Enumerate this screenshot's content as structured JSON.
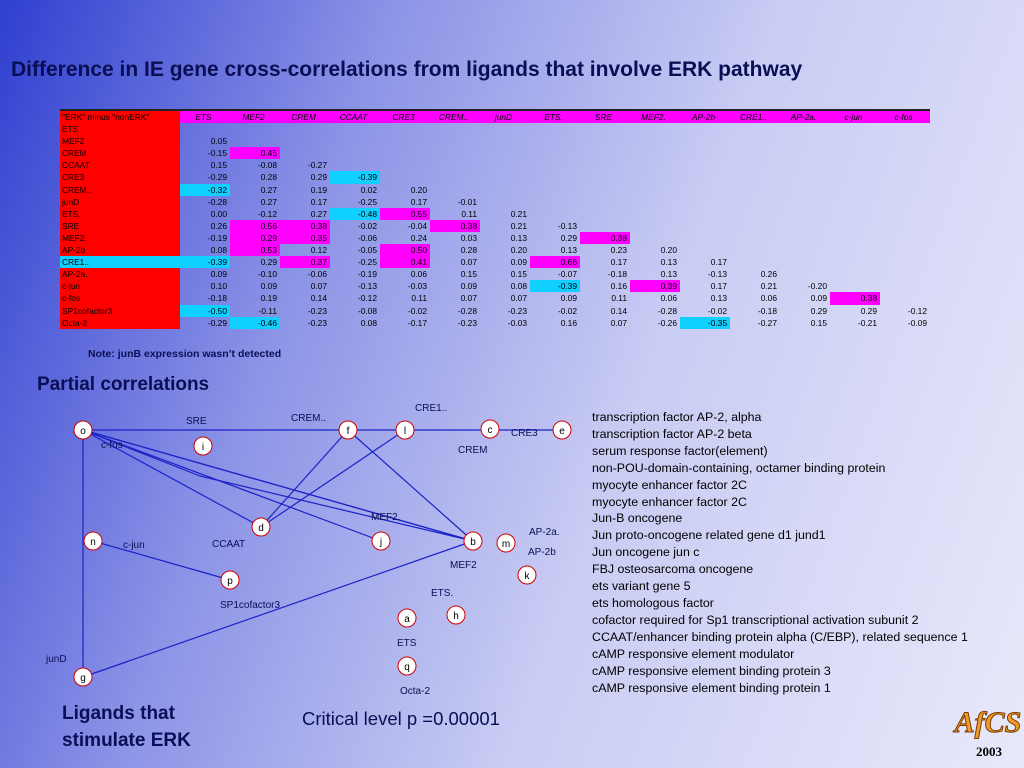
{
  "title": "Difference in IE gene cross-correlations from ligands that involve ERK pathway",
  "matrix": {
    "corner_label": "\"ERK\" minus \"nonERK\"",
    "columns": [
      "ETS",
      "MEF2",
      "CREM",
      "CCAAT",
      "CRE3",
      "CREM..",
      "junD",
      "ETS.",
      "SRE",
      "MEF2.",
      "AP-2b",
      "CRE1..",
      "AP-2a.",
      "c-jun",
      "c-fos"
    ],
    "rows": [
      {
        "label": "ETS",
        "cells": []
      },
      {
        "label": "MEF2",
        "cells": [
          {
            "v": "0.05"
          }
        ]
      },
      {
        "label": "CREM",
        "cells": [
          {
            "v": "-0.15"
          },
          {
            "v": "0.45",
            "hl": "m"
          }
        ]
      },
      {
        "label": "CCAAT",
        "cells": [
          {
            "v": "0.15"
          },
          {
            "v": "-0.08"
          },
          {
            "v": "-0.27"
          }
        ]
      },
      {
        "label": "CRE3",
        "cells": [
          {
            "v": "-0.29"
          },
          {
            "v": "0.28"
          },
          {
            "v": "0.29"
          },
          {
            "v": "-0.39",
            "hl": "c"
          }
        ]
      },
      {
        "label": "CREM..",
        "cells": [
          {
            "v": "-0.32",
            "hl": "c"
          },
          {
            "v": "0.27"
          },
          {
            "v": "0.19"
          },
          {
            "v": "0.02"
          },
          {
            "v": "0.20"
          }
        ]
      },
      {
        "label": "junD",
        "cells": [
          {
            "v": "-0.28"
          },
          {
            "v": "0.27"
          },
          {
            "v": "0.17"
          },
          {
            "v": "-0.25"
          },
          {
            "v": "0.17"
          },
          {
            "v": "-0.01"
          }
        ]
      },
      {
        "label": "ETS.",
        "cells": [
          {
            "v": "0.00"
          },
          {
            "v": "-0.12"
          },
          {
            "v": "0.27"
          },
          {
            "v": "-0.48",
            "hl": "c"
          },
          {
            "v": "0.55",
            "hl": "m"
          },
          {
            "v": "0.11"
          },
          {
            "v": "0.21"
          }
        ]
      },
      {
        "label": "SRE",
        "cells": [
          {
            "v": "0.26"
          },
          {
            "v": "0.56",
            "hl": "m"
          },
          {
            "v": "0.38",
            "hl": "m"
          },
          {
            "v": "-0.02"
          },
          {
            "v": "-0.04"
          },
          {
            "v": "0.38",
            "hl": "m"
          },
          {
            "v": "0.21"
          },
          {
            "v": "-0.13"
          }
        ]
      },
      {
        "label": "MEF2.",
        "cells": [
          {
            "v": "-0.19"
          },
          {
            "v": "0.29",
            "hl": "m"
          },
          {
            "v": "0.35",
            "hl": "m"
          },
          {
            "v": "-0.06"
          },
          {
            "v": "0.24"
          },
          {
            "v": "0.03"
          },
          {
            "v": "0.13"
          },
          {
            "v": "0.29"
          },
          {
            "v": "0.38",
            "hl": "m"
          }
        ]
      },
      {
        "label": "AP-2b",
        "cells": [
          {
            "v": "0.08"
          },
          {
            "v": "0.53",
            "hl": "m"
          },
          {
            "v": "0.12"
          },
          {
            "v": "-0.05"
          },
          {
            "v": "0.50",
            "hl": "m"
          },
          {
            "v": "0.28"
          },
          {
            "v": "0.20"
          },
          {
            "v": "0.13"
          },
          {
            "v": "0.23"
          },
          {
            "v": "0.20"
          }
        ]
      },
      {
        "label": "CRE1..",
        "hl": "c",
        "cells": [
          {
            "v": "-0.39",
            "hl": "c"
          },
          {
            "v": "0.29"
          },
          {
            "v": "0.37",
            "hl": "m"
          },
          {
            "v": "-0.25"
          },
          {
            "v": "0.41",
            "hl": "m"
          },
          {
            "v": "0.07"
          },
          {
            "v": "0.09"
          },
          {
            "v": "0.66",
            "hl": "m"
          },
          {
            "v": "0.17"
          },
          {
            "v": "0.13"
          },
          {
            "v": "0.17"
          }
        ]
      },
      {
        "label": "AP-2a.",
        "cells": [
          {
            "v": "0.09"
          },
          {
            "v": "-0.10"
          },
          {
            "v": "-0.06"
          },
          {
            "v": "-0.19"
          },
          {
            "v": "0.06"
          },
          {
            "v": "0.15"
          },
          {
            "v": "0.15"
          },
          {
            "v": "-0.07"
          },
          {
            "v": "-0.18"
          },
          {
            "v": "0.13"
          },
          {
            "v": "-0.13"
          },
          {
            "v": "0.26"
          }
        ]
      },
      {
        "label": "c-jun",
        "cells": [
          {
            "v": "0.10"
          },
          {
            "v": "0.09"
          },
          {
            "v": "0.07"
          },
          {
            "v": "-0.13"
          },
          {
            "v": "-0.03"
          },
          {
            "v": "0.09"
          },
          {
            "v": "0.08"
          },
          {
            "v": "-0.39",
            "hl": "c"
          },
          {
            "v": "0.16"
          },
          {
            "v": "0.39",
            "hl": "m"
          },
          {
            "v": "0.17"
          },
          {
            "v": "0.21"
          },
          {
            "v": "-0.20"
          }
        ]
      },
      {
        "label": "c-fos",
        "cells": [
          {
            "v": "-0.18"
          },
          {
            "v": "0.19"
          },
          {
            "v": "0.14"
          },
          {
            "v": "-0.12"
          },
          {
            "v": "0.11"
          },
          {
            "v": "0.07"
          },
          {
            "v": "0.07"
          },
          {
            "v": "0.09"
          },
          {
            "v": "0.11"
          },
          {
            "v": "0.06"
          },
          {
            "v": "0.13"
          },
          {
            "v": "0.06"
          },
          {
            "v": "0.09"
          },
          {
            "v": "0.38",
            "hl": "m"
          }
        ]
      },
      {
        "label": "SP1cofactor3",
        "cells": [
          {
            "v": "-0.50",
            "hl": "c"
          },
          {
            "v": "-0.11"
          },
          {
            "v": "-0.23"
          },
          {
            "v": "-0.08"
          },
          {
            "v": "-0.02"
          },
          {
            "v": "-0.28"
          },
          {
            "v": "-0.23"
          },
          {
            "v": "-0.02"
          },
          {
            "v": "0.14"
          },
          {
            "v": "-0.28"
          },
          {
            "v": "-0.02"
          },
          {
            "v": "-0.18"
          },
          {
            "v": "0.29"
          },
          {
            "v": "0.29"
          },
          {
            "v": "-0.12"
          }
        ]
      },
      {
        "label": "Octa-2",
        "cells": [
          {
            "v": "-0.29"
          },
          {
            "v": "-0.46",
            "hl": "c"
          },
          {
            "v": "-0.23"
          },
          {
            "v": "0.08"
          },
          {
            "v": "-0.17"
          },
          {
            "v": "-0.23"
          },
          {
            "v": "-0.03"
          },
          {
            "v": "0.16"
          },
          {
            "v": "0.07"
          },
          {
            "v": "-0.26"
          },
          {
            "v": "-0.35",
            "hl": "c"
          },
          {
            "v": "-0.27"
          },
          {
            "v": "0.15"
          },
          {
            "v": "-0.21"
          },
          {
            "v": "-0.09"
          }
        ]
      }
    ]
  },
  "note": "Note: junB expression  wasn’t detected",
  "partial_title": "Partial correlations",
  "graph": {
    "nodes": {
      "o": "o",
      "i": "i",
      "f": "f",
      "l": "l",
      "c": "c",
      "e": "e",
      "d": "d",
      "n": "n",
      "j": "j",
      "b": "b",
      "m": "m",
      "k": "k",
      "p": "p",
      "a": "a",
      "h": "h",
      "q": "q",
      "g": "g"
    },
    "labels": {
      "sre": "SRE",
      "crem_dots": "CREM..",
      "cre1": "CRE1..",
      "cre3": "CRE3",
      "cfos": "c-fos",
      "crem": "CREM",
      "mef2_dot": "MEF2.",
      "ap2a": "AP-2a.",
      "ap2b": "AP-2b",
      "cjun": "c-jun",
      "ccaat": "CCAAT",
      "mef2": "MEF2",
      "sp1": "SP1cofactor3",
      "ets_dot": "ETS.",
      "ets": "ETS",
      "jund": "junD",
      "octa2": "Octa-2"
    }
  },
  "legend": [
    "transcription factor AP-2, alpha",
    "transcription factor AP-2 beta",
    "serum response factor(element)",
    "non-POU-domain-containing, octamer binding protein",
    "myocyte enhancer factor 2C",
    "myocyte enhancer factor 2C",
    "Jun-B oncogene",
    "Jun proto-oncogene related gene d1 jund1",
    "Jun oncogene jun c",
    "FBJ osteosarcoma oncogene",
    "ets variant gene 5",
    "ets homologous factor",
    "cofactor required for Sp1 transcriptional activation subunit 2",
    "CCAAT/enhancer binding protein alpha (C/EBP), related sequence 1",
    "cAMP responsive element modulator",
    "cAMP responsive element binding protein 3",
    "cAMP responsive element binding protein 1"
  ],
  "ligands_title": "Ligands that stimulate ERK",
  "critical_level": "Critical level p =0.00001",
  "logo_text": "AfCS",
  "year": "2003",
  "colors": {
    "magenta": "#ff00ff",
    "cyan": "#10d0ff",
    "red": "#ff0000",
    "navy": "#0a0f55"
  }
}
